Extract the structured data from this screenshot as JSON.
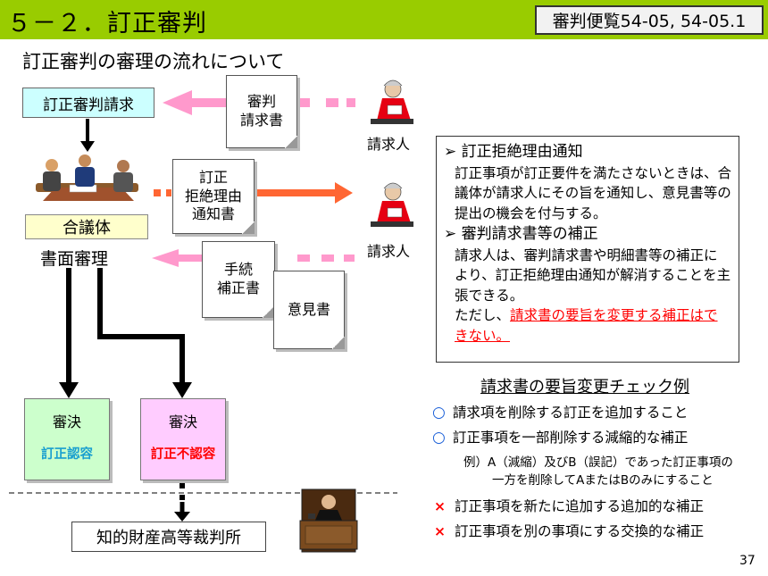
{
  "header": {
    "title": "５－２．訂正審判",
    "reference": "審判便覧54-05, 54-05.1"
  },
  "subtitle": "訂正審判の審理の流れについて",
  "flow": {
    "request_box": "訂正審判請求",
    "council_box": "合議体",
    "written_exam": "書面審理",
    "docs": {
      "request_doc": "審判\n請求書",
      "notice_doc": "訂正\n拒絶理由\n通知書",
      "procedure_doc": "手続\n補正書",
      "opinion_doc": "意見書"
    },
    "requester_label_1": "請求人",
    "requester_label_2": "請求人",
    "decision_ok": {
      "title": "審決",
      "result": "訂正認容"
    },
    "decision_ng": {
      "title": "審決",
      "result": "訂正不認容"
    },
    "court": "知的財産高等裁判所"
  },
  "info": {
    "item1_title": "訂正拒絶理由通知",
    "item1_body": "訂正事項が訂正要件を満たさないときは、合議体が請求人にその旨を通知し、意見書等の提出の機会を付与する。",
    "item2_title": "審判請求書等の補正",
    "item2_body": "請求人は、審判請求書や明細書等の補正により、訂正拒絶理由通知が解消することを主張できる。",
    "item2_note_prefix": "ただし、",
    "item2_note_red": "請求書の要旨を変更する補正はできない。"
  },
  "checklist": {
    "title": "請求書の要旨変更チェック例",
    "items": [
      {
        "mark": "○",
        "text": "請求項を削除する訂正を追加すること"
      },
      {
        "mark": "○",
        "text": "訂正事項を一部削除する減縮的な補正"
      },
      {
        "mark": "×",
        "text": "訂正事項を新たに追加する追加的な補正"
      },
      {
        "mark": "×",
        "text": "訂正事項を別の事項にする交換的な補正"
      }
    ],
    "example_line1": "例）A（減縮）及びB（誤記）であった訂正事項の",
    "example_line2": "一方を削除してAまたはBのみにすること"
  },
  "page_number": "37",
  "colors": {
    "header_green": "#99cc00",
    "arrow_pink": "#ff99cc",
    "arrow_orange": "#ff6633",
    "mark_blue": "#1a5fd8",
    "mark_red": "#ff0000"
  }
}
